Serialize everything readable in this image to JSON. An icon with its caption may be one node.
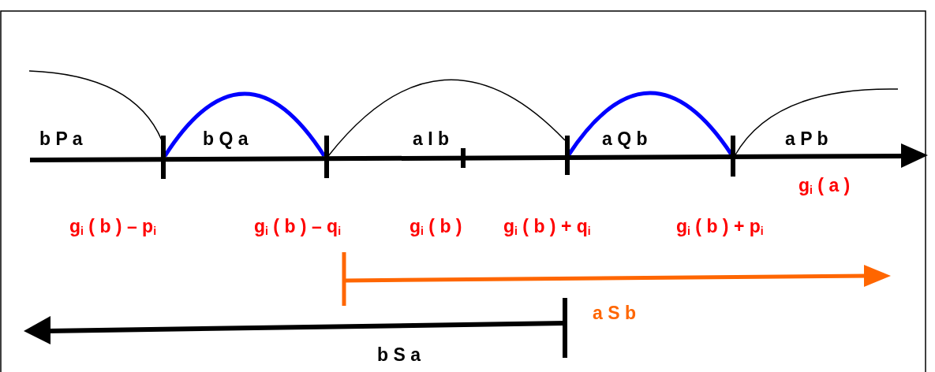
{
  "diagram": {
    "labels": [
      "b P a",
      "b Q a",
      "a I b",
      "a Q b",
      "a P b",
      "g$_{i}$ ( a )",
      "g$_{i}$ ( b ) – p$_{i}$",
      "g$_{i}$ ( b ) – q$_{i}$",
      "g$_{i}$ ( b )",
      "g$_{i}$ ( b ) + q$_{i}$",
      "g$_{i}$ ( b ) + p$_{i}$",
      "a S b",
      "b S a"
    ]
  }
}
